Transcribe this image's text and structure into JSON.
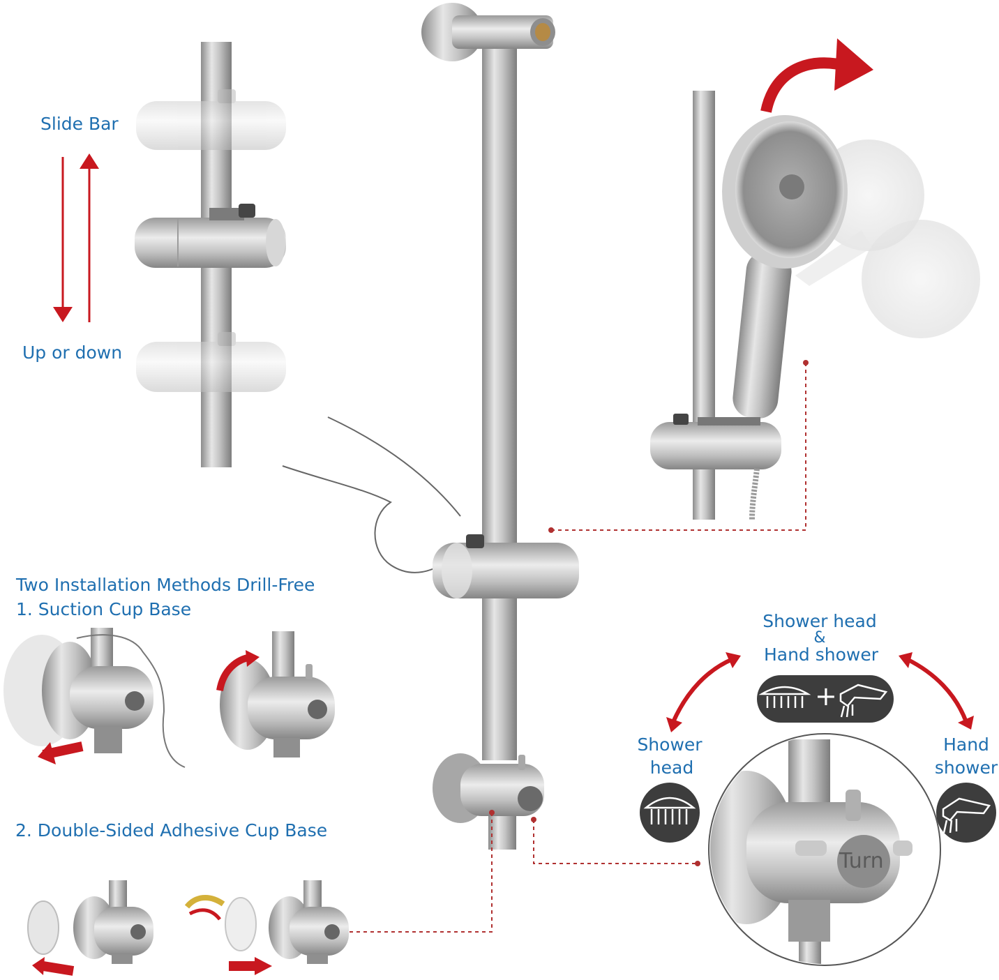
{
  "labels": {
    "slide_bar": "Slide Bar",
    "up_or_down": "Up or down",
    "install_title": "Two Installation Methods Drill-Free",
    "method_1": "1. Suction Cup Base",
    "method_2": "2. Double-Sided Adhesive Cup Base",
    "combo_line1": "Shower head",
    "combo_amp": "&",
    "combo_line2": "Hand shower",
    "shower_head_1": "Shower",
    "shower_head_2": "head",
    "hand_shower_1": "Hand",
    "hand_shower_2": "shower",
    "turn": "Turn",
    "plus": "+"
  },
  "colors": {
    "label_blue": "#1f6fb0",
    "arrow_red": "#c8181f",
    "metal": "#b9b9b9",
    "dark_badge": "#3d3d3d"
  },
  "icons": [
    "shower-head-icon",
    "hand-shower-icon",
    "double-arrow-icon",
    "rotate-arrow-icon"
  ]
}
